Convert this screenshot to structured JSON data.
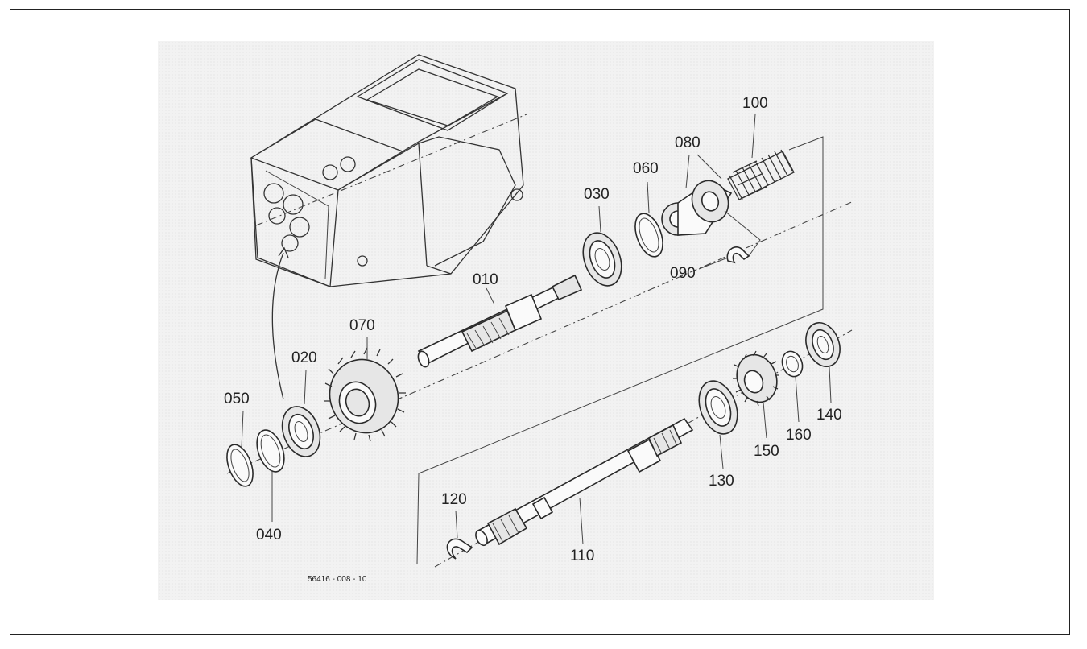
{
  "diagram": {
    "reference_code": "56416 - 008 - 10",
    "parts": [
      {
        "id": "010"
      },
      {
        "id": "020"
      },
      {
        "id": "030"
      },
      {
        "id": "040"
      },
      {
        "id": "050"
      },
      {
        "id": "060"
      },
      {
        "id": "070"
      },
      {
        "id": "080"
      },
      {
        "id": "090"
      },
      {
        "id": "100"
      },
      {
        "id": "110"
      },
      {
        "id": "120"
      },
      {
        "id": "130"
      },
      {
        "id": "140"
      },
      {
        "id": "150"
      },
      {
        "id": "160"
      }
    ]
  }
}
